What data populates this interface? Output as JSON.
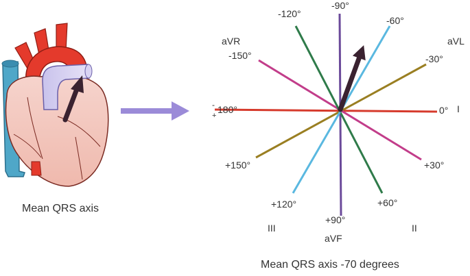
{
  "heart_caption": "Mean QRS axis",
  "diagram_caption": "Mean QRS axis -70 degrees",
  "angle_labels": {
    "neg90": "-90°",
    "neg120": "-120°",
    "neg60": "-60°",
    "neg150": "-150°",
    "neg30": "-30°",
    "neg180": "180°",
    "zero": "0°",
    "pos150": "+150°",
    "pos30": "+30°",
    "pos120": "+120°",
    "pos60": "+60°",
    "pos90": "+90°"
  },
  "lead_labels": {
    "aVR": "aVR",
    "aVL": "aVL",
    "I": "I",
    "III": "III",
    "II": "II",
    "aVF": "aVF"
  },
  "polarity": {
    "minus": "-",
    "plus": "+"
  },
  "mean_axis_degrees": -70,
  "colors": {
    "lead_I": "#d63a2c",
    "lead_aVL": "#9a7f22",
    "lead_aVR": "#c23d8a",
    "lead_aVF": "#6b4a9a",
    "lead_II": "#2f7b4a",
    "lead_III": "#5ab8e0",
    "axis_arrow": "#3a2230",
    "flow_arrow": "#9b8bd8"
  }
}
